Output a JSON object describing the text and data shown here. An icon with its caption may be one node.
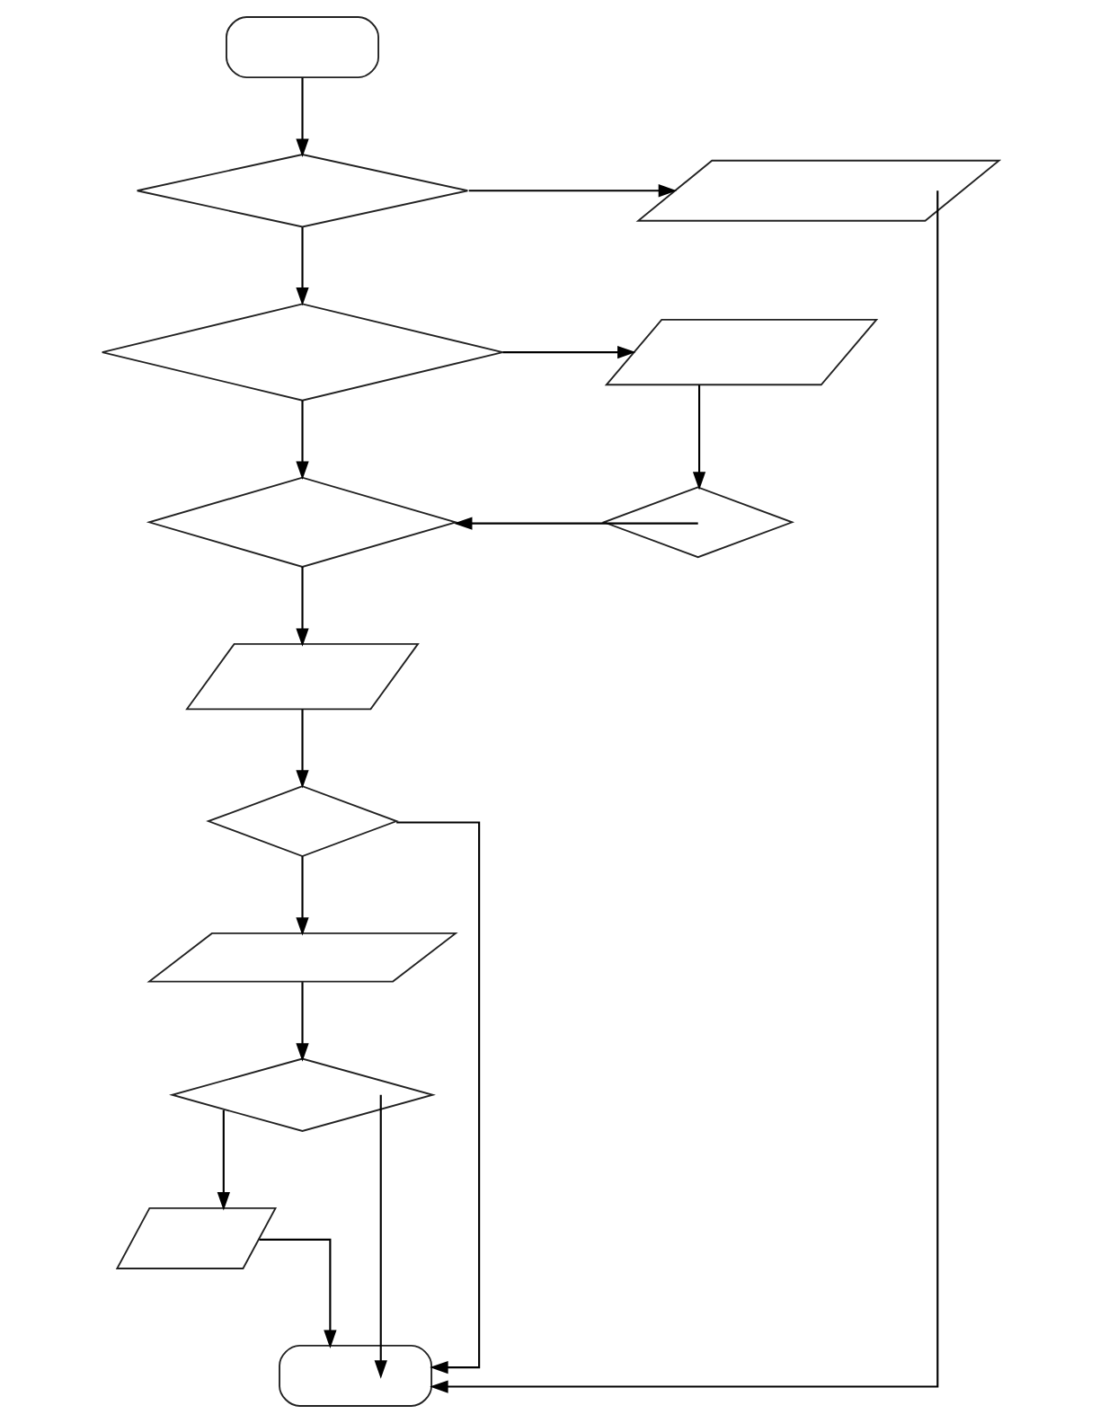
{
  "diagram": {
    "nodes": [
      {
        "text": [],
        "shape": "oval"
      },
      {
        "text": [],
        "shape": "diamond"
      },
      {
        "text": [],
        "shape": "parallelogram"
      },
      {
        "text": [],
        "shape": "diamond"
      },
      {
        "text": [],
        "shape": "parallelogram"
      },
      {
        "text": [],
        "shape": "diamond"
      },
      {
        "text": [],
        "shape": "diamond"
      },
      {
        "text": [],
        "shape": "parallelogram"
      },
      {
        "text": [],
        "shape": "diamond"
      },
      {
        "text": [],
        "shape": "parallelogram"
      },
      {
        "text": [],
        "shape": "diamond"
      },
      {
        "text": [],
        "shape": "parallelogram"
      },
      {
        "text": [],
        "shape": "oval"
      }
    ],
    "edges": [
      {
        "from": 0,
        "to": 1,
        "arrow": "to"
      },
      {
        "from": 1,
        "to": 2,
        "arrow": "to"
      },
      {
        "from": 2,
        "to": 12,
        "arrow": "to"
      },
      {
        "from": 1,
        "to": 3,
        "arrow": "to"
      },
      {
        "from": 3,
        "to": 4,
        "arrow": "to"
      },
      {
        "from": 4,
        "to": 5,
        "arrow": "to"
      },
      {
        "from": 5,
        "to": 6,
        "arrow": "to"
      },
      {
        "from": 3,
        "to": 6,
        "arrow": "to"
      },
      {
        "from": 6,
        "to": 7,
        "arrow": "to"
      },
      {
        "from": 7,
        "to": 8,
        "arrow": "to"
      },
      {
        "from": 8,
        "to": 12,
        "arrow": "to"
      },
      {
        "from": 8,
        "to": 9,
        "arrow": "to"
      },
      {
        "from": 9,
        "to": 10,
        "arrow": "to"
      },
      {
        "from": 10,
        "to": 12,
        "arrow": "to"
      },
      {
        "from": 10,
        "to": 11,
        "arrow": "to"
      },
      {
        "from": 11,
        "to": 12,
        "arrow": "to"
      }
    ]
  }
}
